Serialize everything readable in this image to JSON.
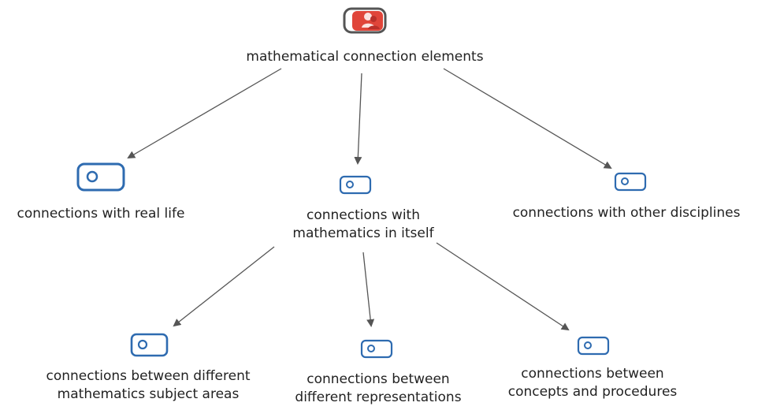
{
  "diagram": {
    "root": {
      "label": "mathematical connection elements",
      "icon": "person-memo-icon"
    },
    "children": [
      {
        "label": "connections with real life",
        "icon": "code-tag-icon"
      },
      {
        "label": "connections with",
        "label2": "mathematics in itself",
        "icon": "code-tag-icon"
      },
      {
        "label": "connections with other disciplines",
        "icon": "code-tag-icon"
      }
    ],
    "grandchildren": [
      {
        "label": "connections between different",
        "label2": "mathematics subject areas",
        "icon": "code-tag-icon"
      },
      {
        "label": "connections between",
        "label2": "different representations",
        "icon": "code-tag-icon"
      },
      {
        "label": "connections between",
        "label2": "concepts and procedures",
        "icon": "code-tag-icon"
      }
    ],
    "colors": {
      "code_icon": "#2e6bb0",
      "memo_icon_fill": "#e0453a",
      "memo_icon_border": "#555555",
      "arrow": "#555555"
    }
  }
}
